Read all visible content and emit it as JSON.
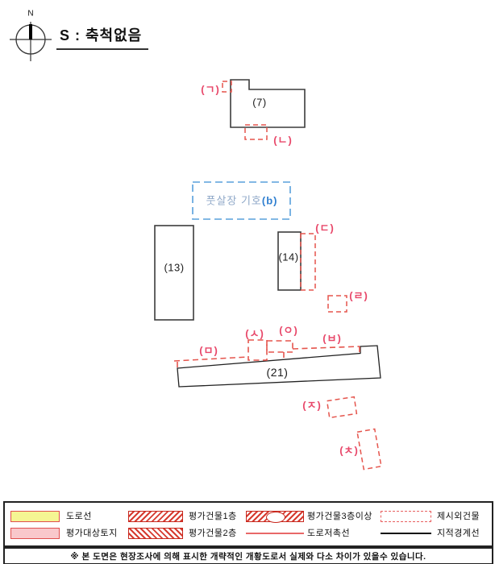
{
  "compass": {
    "north_label": "N"
  },
  "header": {
    "scale_label": "S : 축척없음"
  },
  "map": {
    "building_7": "(7)",
    "building_13": "(13)",
    "building_14": "(14)",
    "road_21": "(21)",
    "marker_g": "(ㄱ)",
    "marker_n": "(ㄴ)",
    "marker_d": "(ㄷ)",
    "marker_r": "(ㄹ)",
    "marker_m": "(ㅁ)",
    "marker_b": "(ㅂ)",
    "marker_s": "(ㅅ)",
    "marker_o": "(ㅇ)",
    "marker_j": "(ㅈ)",
    "marker_ch": "(ㅊ)",
    "futsal_label_main": "풋살장 기호",
    "futsal_label_b": "(b)"
  },
  "legend": {
    "road_line": "도로선",
    "subject_land": "평가대상토지",
    "bldg_1f": "평가건물1층",
    "bldg_2f": "평가건물2층",
    "bldg_3f_plus": "평가건물3층이상",
    "road_encroachment": "도로저촉선",
    "extra_building": "제시외건물",
    "cadastral_boundary": "지적경계선"
  },
  "footer": {
    "note": "※ 본 도면은 현장조사에 의해 표시한 개략적인 개황도로서 실제와 다소 차이가 있을수 있습니다."
  },
  "colors": {
    "annotation_red": "#e8486a",
    "dash_red": "#e5554d",
    "dash_blue": "#58a0dc",
    "legend_yellow": "#f5f593",
    "legend_pink": "#f9c8cb",
    "outline_dark": "#3c3c3c"
  }
}
